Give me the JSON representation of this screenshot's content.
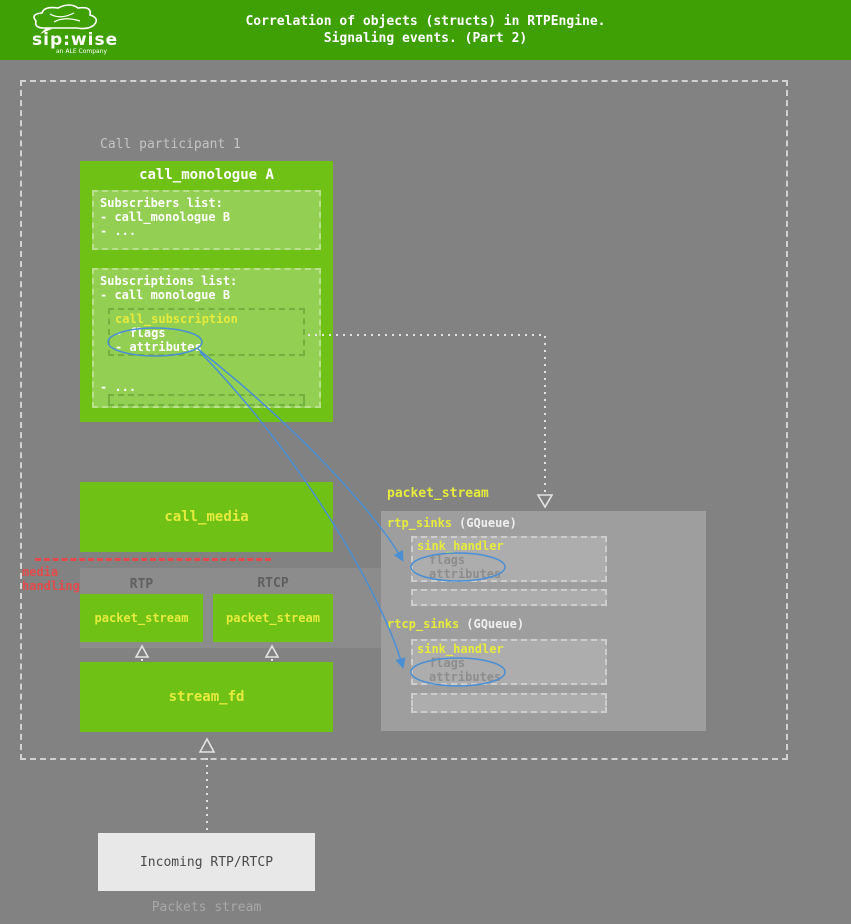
{
  "header": {
    "title_line1": "Correlation of objects (structs) in RTPEngine.",
    "title_line2": "Signaling events. (Part 2)",
    "logo_text": "sip:wise",
    "logo_subtext": "an ALE Company"
  },
  "labels": {
    "participant": "Call participant 1",
    "packets_stream": "Packets stream"
  },
  "monologue": {
    "title": "call_monologue A",
    "subscribers": {
      "title": "Subscribers list:",
      "items": [
        "- call_monologue B",
        "- ..."
      ]
    },
    "subscriptions": {
      "title": "Subscriptions list:",
      "item": "- call monologue B",
      "subscription": {
        "title": "call_subscription",
        "fields": [
          "- flags",
          "- attributes"
        ]
      },
      "more": "- ..."
    }
  },
  "call_media": {
    "label": "call_media"
  },
  "media_handling": {
    "line1": "media",
    "line2": "handling"
  },
  "rtp": {
    "label": "RTP",
    "box": "packet_stream"
  },
  "rtcp": {
    "label": "RTCP",
    "box": "packet_stream"
  },
  "stream_fd": {
    "label": "stream_fd"
  },
  "incoming": {
    "label": "Incoming RTP/RTCP"
  },
  "right_panel": {
    "title": "packet_stream",
    "rtp_sinks": {
      "name": "rtp_sinks",
      "type": "(GQueue)",
      "handler": {
        "title": "sink_handler",
        "fields": [
          "flags",
          "attributes"
        ]
      }
    },
    "rtcp_sinks": {
      "name": "rtcp_sinks",
      "type": "(GQueue)",
      "handler": {
        "title": "sink_handler",
        "fields": [
          "flags",
          "attributes"
        ]
      }
    }
  },
  "colors": {
    "header_green": "#3fa006",
    "box_green": "#6fc215",
    "light_green": "#92cf52",
    "yellow_text": "#e6eb3e",
    "red_accent": "#e34b4b",
    "blue_accent": "#4a8fd4",
    "panel_gray": "#9e9e9e",
    "background": "#828282"
  }
}
